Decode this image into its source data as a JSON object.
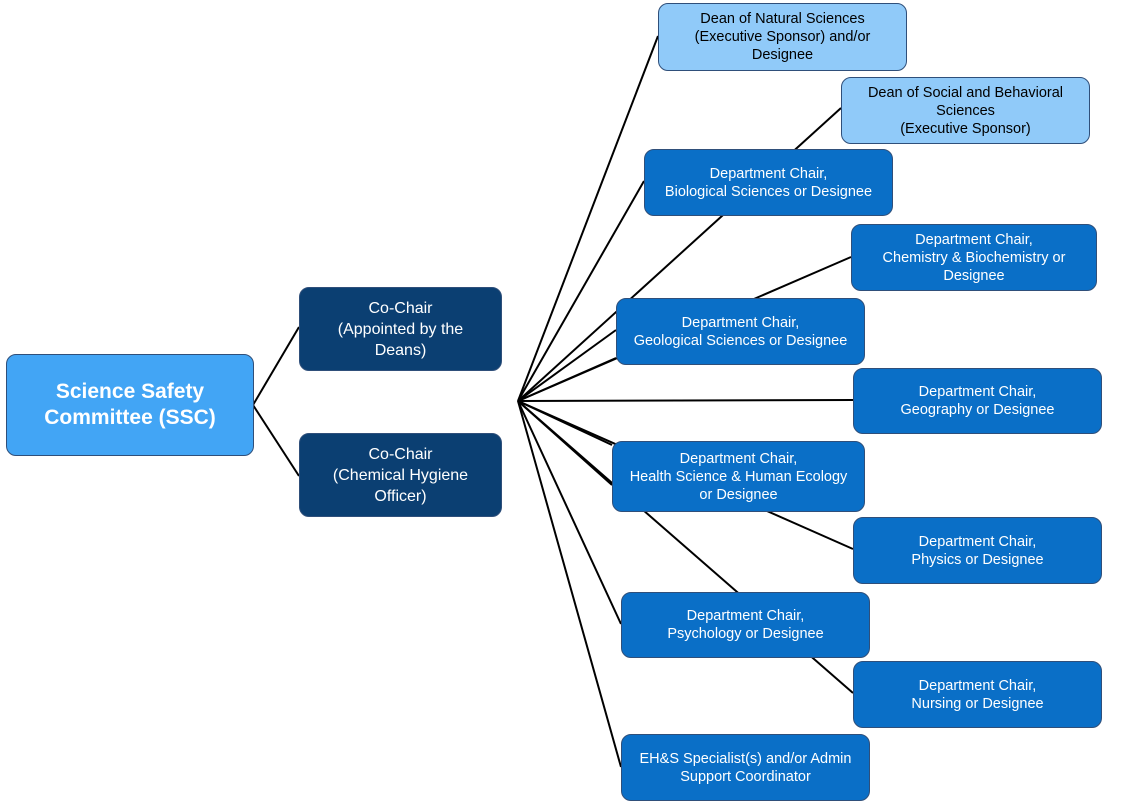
{
  "root": {
    "label": "Science Safety\nCommittee (SSC)"
  },
  "cochairs": [
    {
      "label": "Co-Chair\n(Appointed by the\nDeans)"
    },
    {
      "label": "Co-Chair\n(Chemical Hygiene\nOfficer)"
    }
  ],
  "members": [
    {
      "label": "Dean of Natural Sciences\n(Executive Sponsor) and/or\nDesignee"
    },
    {
      "label": "Dean of Social and Behavioral\nSciences\n(Executive Sponsor)"
    },
    {
      "label": "Department Chair,\nBiological Sciences or Designee"
    },
    {
      "label": "Department Chair,\nChemistry & Biochemistry or\nDesignee"
    },
    {
      "label": "Department Chair,\nGeological Sciences or Designee"
    },
    {
      "label": "Department Chair,\nGeography or Designee"
    },
    {
      "label": "Department Chair,\nHealth Science & Human Ecology\nor Designee"
    },
    {
      "label": "Department Chair,\nPhysics or Designee"
    },
    {
      "label": "Department Chair,\nPsychology or Designee"
    },
    {
      "label": "Department Chair,\nNursing or Designee"
    },
    {
      "label": "EH&S Specialist(s) and/or Admin\nSupport Coordinator"
    }
  ],
  "colors": {
    "root": "#42a5f5",
    "cochair": "#0b3f72",
    "dean": "#90caf9",
    "member": "#0a6fc7",
    "connector": "#000000"
  }
}
